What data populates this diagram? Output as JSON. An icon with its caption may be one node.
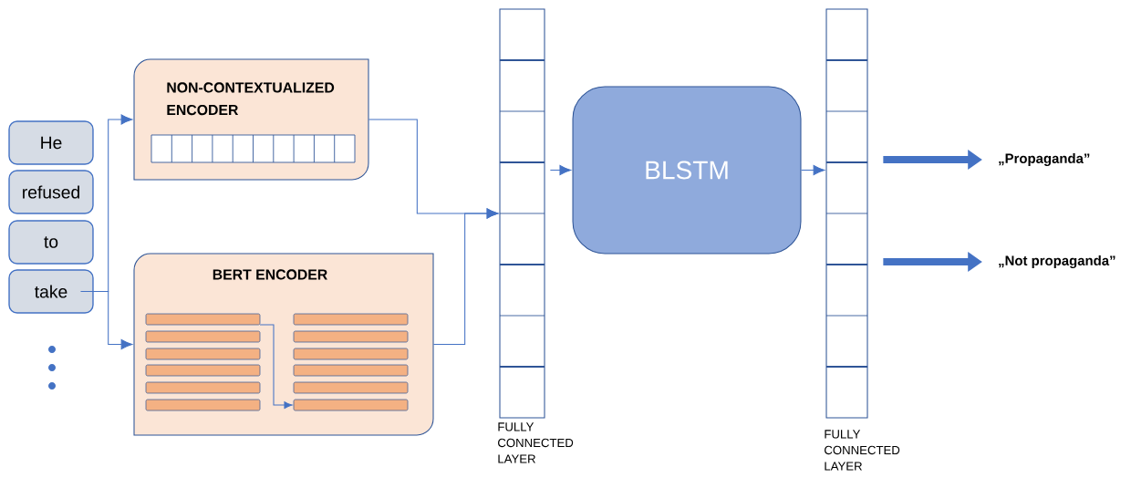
{
  "diagram": {
    "nodes": [
      {
        "text": [
          "He"
        ]
      },
      {
        "text": [
          "refused"
        ]
      },
      {
        "text": [
          "to"
        ]
      },
      {
        "text": [
          "take"
        ]
      },
      {
        "text": [
          "NON-CONTEXTUALIZED ENCODER"
        ]
      },
      {
        "text": [
          "BERT ENCODER"
        ]
      },
      {
        "text": [
          "FULLY CONNECTED LAYER"
        ]
      },
      {
        "text": [
          "BLSTM"
        ]
      },
      {
        "text": [
          "FULLY CONNECTED LAYER"
        ]
      },
      {
        "text": [
          "„Propaganda”"
        ]
      },
      {
        "text": [
          "„Not propaganda”"
        ]
      }
    ],
    "edges": [
      {
        "from": 3,
        "to": 4,
        "arrow": "to"
      },
      {
        "from": 3,
        "to": 5,
        "arrow": "to"
      },
      {
        "from": 4,
        "to": 6,
        "arrow": "to"
      },
      {
        "from": 5,
        "to": 6,
        "arrow": "to"
      },
      {
        "from": 6,
        "to": 7,
        "arrow": "to"
      },
      {
        "from": 7,
        "to": 8,
        "arrow": "to"
      },
      {
        "from": 8,
        "to": 9,
        "arrow": "to",
        "style": "thick"
      },
      {
        "from": 8,
        "to": 10,
        "arrow": "to",
        "style": "thick"
      }
    ]
  }
}
